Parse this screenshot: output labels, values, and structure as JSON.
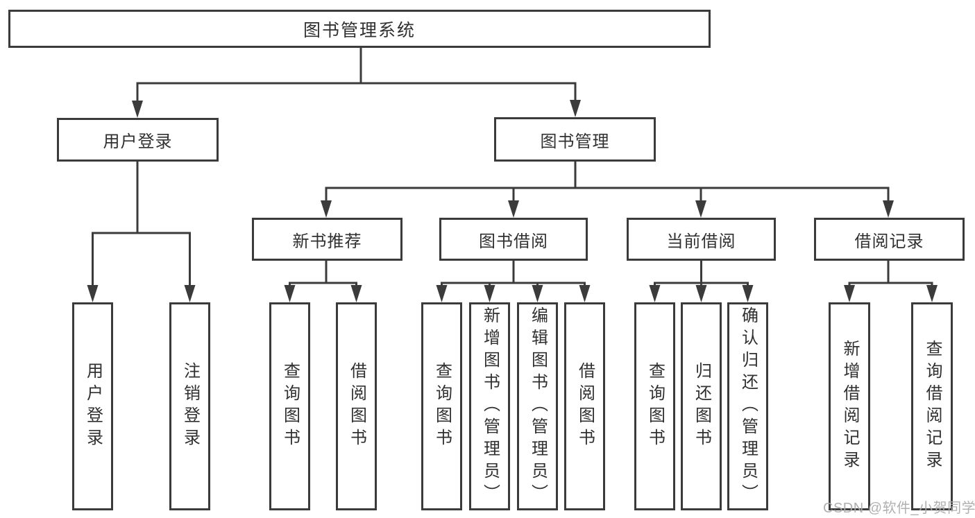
{
  "diagram": {
    "root": {
      "label": "图书管理系统"
    },
    "level2": {
      "user_login": {
        "label": "用户登录"
      },
      "book_mgmt": {
        "label": "图书管理"
      }
    },
    "level3": {
      "new_book": {
        "label": "新书推荐"
      },
      "book_borrow": {
        "label": "图书借阅"
      },
      "current_borrow": {
        "label": "当前借阅"
      },
      "borrow_record": {
        "label": "借阅记录"
      }
    },
    "leaves": {
      "user_login_leaf": {
        "label": "用户登录"
      },
      "logout": {
        "label": "注销登录"
      },
      "nb_query": {
        "label": "查询图书"
      },
      "nb_borrow": {
        "label": "借阅图书"
      },
      "bb_query": {
        "label": "查询图书"
      },
      "bb_add": {
        "label": "新增图书（管理员）"
      },
      "bb_edit": {
        "label": "编辑图书（管理员）"
      },
      "bb_borrow": {
        "label": "借阅图书"
      },
      "cb_query": {
        "label": "查询图书"
      },
      "cb_return": {
        "label": "归还图书"
      },
      "cb_confirm": {
        "label": "确认归还（管理员）"
      },
      "br_add": {
        "label": "新增借阅记录"
      },
      "br_query": {
        "label": "查询借阅记录"
      }
    },
    "watermark": "CSDN @软件_小贺同学",
    "colors": {
      "line": "#3b3b3b",
      "text": "#303030",
      "box_fill": "#ffffff",
      "watermark": "#acacac"
    }
  }
}
